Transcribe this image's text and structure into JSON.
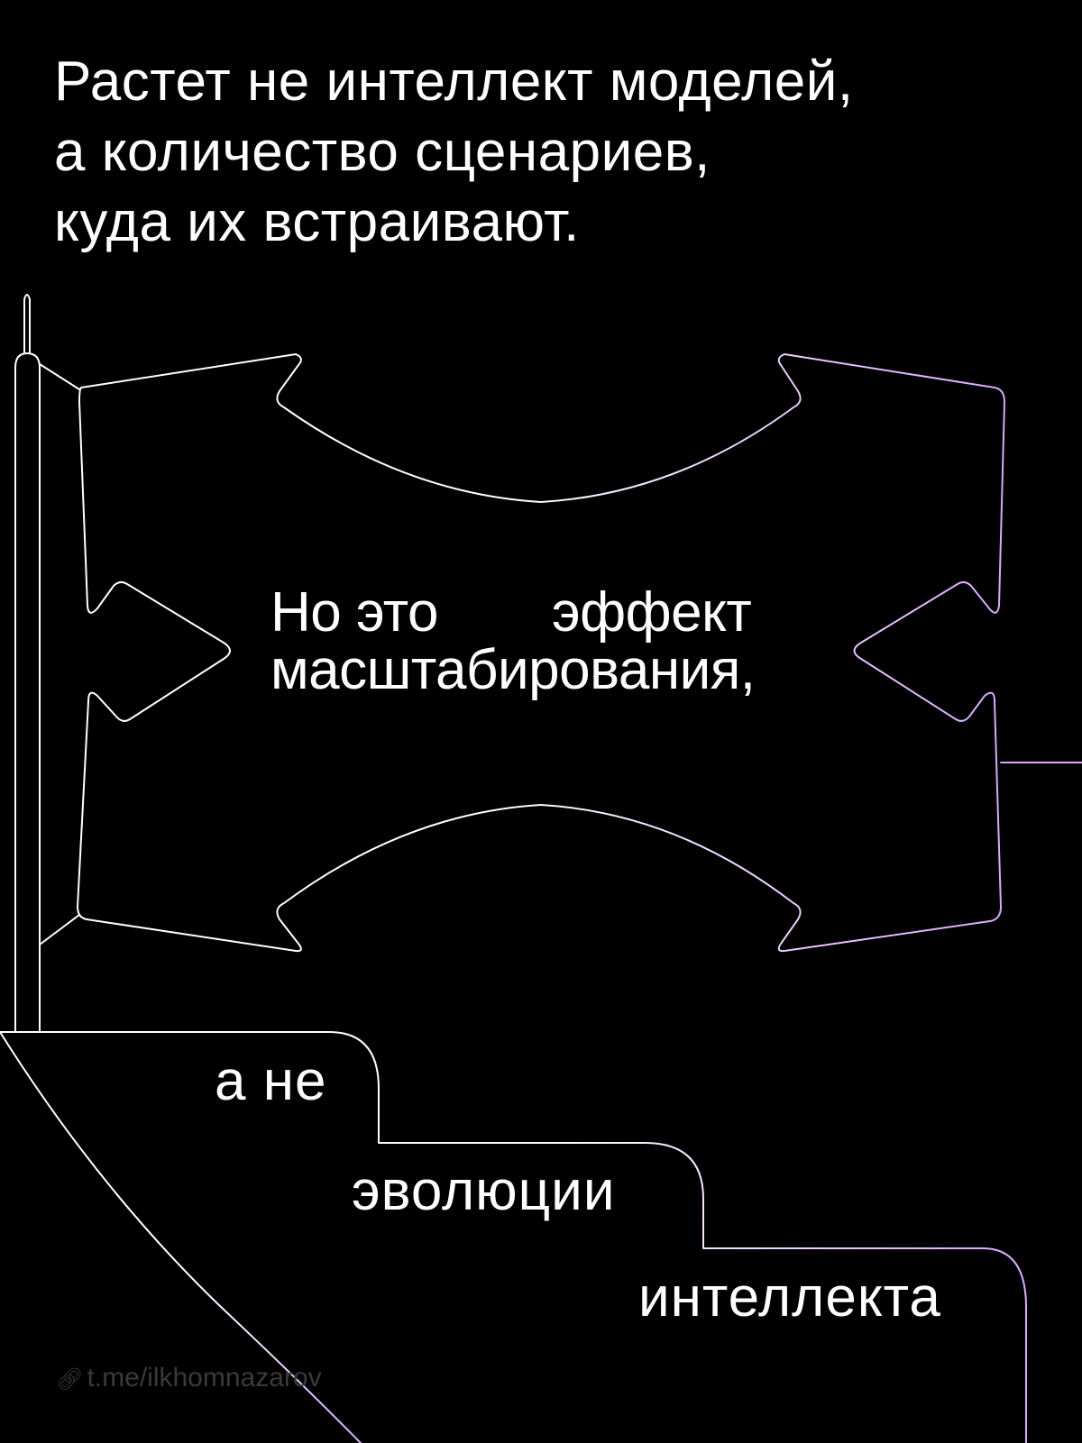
{
  "headline": {
    "line1": "Растет не интеллект моделей,",
    "line2": "а количество сценариев,",
    "line3": "куда их встраивают."
  },
  "center": {
    "word1": "Но это",
    "word2": "эффект",
    "line2": "масштабирования,"
  },
  "steps": {
    "first": "а не",
    "second": "эволюции",
    "third": "интеллекта"
  },
  "watermark": {
    "icon": "link-icon",
    "text": "t.me/ilkhomnazarov"
  },
  "colors": {
    "background": "#000000",
    "text": "#ffffff",
    "accent": "#d9a8ff",
    "watermark": "#3a3a3a"
  }
}
